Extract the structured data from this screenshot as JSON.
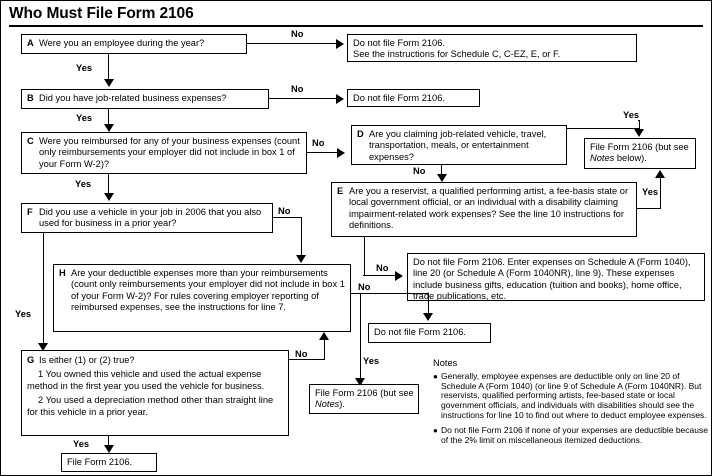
{
  "page": {
    "title": "Who Must File Form 2106"
  },
  "boxes": {
    "a": {
      "letter": "A",
      "text": "Were you an employee during the year?"
    },
    "b": {
      "letter": "B",
      "text": "Did you have job-related business expenses?"
    },
    "c": {
      "letter": "C",
      "text": "Were you reimbursed for any of your business expenses (count only reimbursements your employer did not include in box 1 of your Form W-2)?"
    },
    "d": {
      "letter": "D",
      "text": "Are you claiming job-related vehicle, travel, transportation, meals, or entertainment expenses?"
    },
    "e": {
      "letter": "E",
      "text": "Are you a reservist, a qualified performing artist, a fee-basis state or local government official, or an individual with a disability claiming impairment-related work expenses? See the line 10 instructions for definitions."
    },
    "f": {
      "letter": "F",
      "text": "Did you use a vehicle in your job in 2006 that you also used for business in a prior year?"
    },
    "g": {
      "letter": "G",
      "text": "Is either (1) or (2) true?",
      "item1": "1 You owned this vehicle and used the actual expense method in the first year you used the vehicle for business.",
      "item2": "2 You used a depreciation method other than straight line for this vehicle in a prior year."
    },
    "h": {
      "letter": "H",
      "text": "Are your deductible expenses more than your reimbursements (count only reimbursements your employer did not include in box 1 of your Form W-2)? For rules covering employer reporting of reimbursed expenses, see the instructions for line 7."
    }
  },
  "terminals": {
    "a_no": {
      "line1": "Do not file Form 2106.",
      "line2": "See the instructions for Schedule C, C-EZ, E, or F."
    },
    "b_no": {
      "line1": "Do not file Form 2106."
    },
    "d_yes": {
      "pre": "File Form 2106 (but see ",
      "italic": "Notes",
      "post": " below)."
    },
    "e_no": {
      "text": "Do not file Form 2106. Enter expenses on Schedule A (Form 1040), line 20 (or Schedule A (Form 1040NR), line 9). These expenses include business gifts, education (tuition and books), home office, trade publications, etc."
    },
    "h_no": {
      "line1": "Do not file Form 2106."
    },
    "h_yes": {
      "pre": "File Form 2106 (but see ",
      "italic": "Notes",
      "post": ")."
    },
    "g_yes": {
      "line1": "File Form 2106."
    }
  },
  "edge_labels": {
    "a_no": "No",
    "a_yes": "Yes",
    "b_no": "No",
    "b_yes": "Yes",
    "c_no": "No",
    "c_yes": "Yes",
    "d_yes": "Yes",
    "d_no": "No",
    "e_yes": "Yes",
    "e_no": "No",
    "f_no": "No",
    "f_yes": "Yes",
    "g_no": "No",
    "g_yes": "Yes",
    "h_no": "No",
    "h_yes": "Yes"
  },
  "notes": {
    "heading": "Notes",
    "bullet": "●",
    "items": [
      "Generally, employee expenses are deductible only on line 20 of Schedule A (Form 1040) (or line 9 of Schedule A (Form 1040NR). But reservists, qualified performing artists, fee-based state or local government officials, and individuals with disabilities should see the instructions for line 10 to find out where to deduct employee expenses.",
      "Do not file Form 2106 if none of your expenses are deductible because of the 2% limit on miscellaneous itemized deductions."
    ]
  },
  "colors": {
    "ink": "#000000",
    "paper": "#ffffff"
  }
}
